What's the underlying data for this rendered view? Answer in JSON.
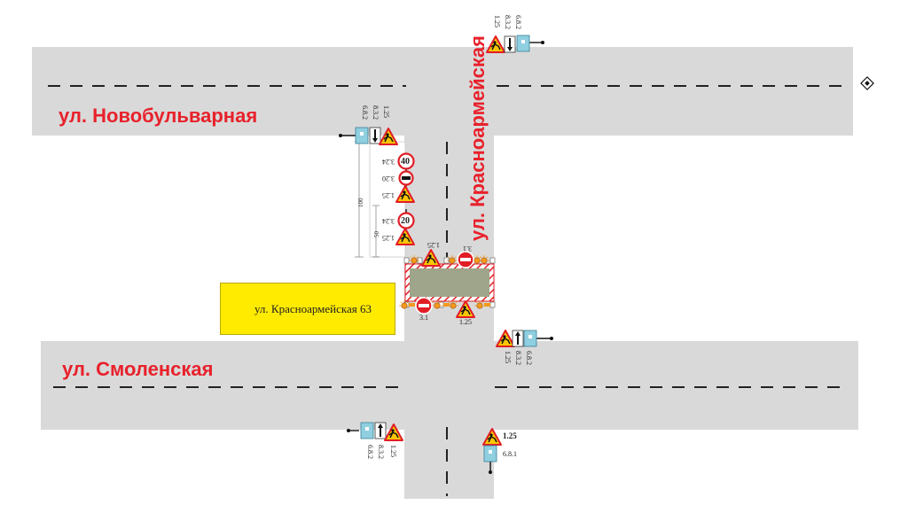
{
  "streets": {
    "novobulvarnaya": "ул. Новобульварная",
    "smolenskaya": "ул. Смоленская",
    "krasnoarmeyskaya": "ул. Красноармейская"
  },
  "address_label": "ул. Красноармейская 63",
  "sign_codes": {
    "c_1_25": "1.25",
    "c_8_3_2": "8.3.2",
    "c_6_8_2": "6.8.2",
    "c_6_8_1": "6.8.1",
    "c_3_24": "3.24",
    "c_3_20": "3.20",
    "c_3_1": "3.1"
  },
  "speed_limits": {
    "first": "40",
    "second": "20"
  },
  "dimensions": {
    "total": "100",
    "partial": "50"
  },
  "colors": {
    "road": "#d9d9d9",
    "street_text": "#e8212b",
    "address_fill": "#ffeb00",
    "work_zone": "#9ea58a",
    "sign_yellow": "#f8c600",
    "sign_red": "#e11d25",
    "plate_blue": "#8fcfe0"
  }
}
